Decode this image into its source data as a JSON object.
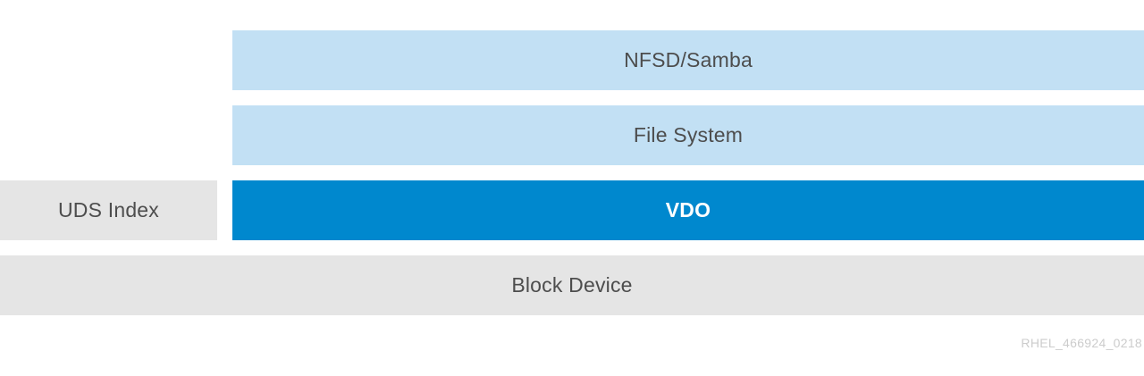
{
  "layers": {
    "nfsd": {
      "label": "NFSD/Samba",
      "bg": "#c2e0f4",
      "fg": "#4d4d4d"
    },
    "fs": {
      "label": "File System",
      "bg": "#c2e0f4",
      "fg": "#4d4d4d"
    },
    "uds": {
      "label": "UDS Index",
      "bg": "#e5e5e5",
      "fg": "#4d4d4d"
    },
    "vdo": {
      "label": "VDO",
      "bg": "#0088ce",
      "fg": "#ffffff"
    },
    "block": {
      "label": "Block Device",
      "bg": "#e5e5e5",
      "fg": "#4d4d4d"
    }
  },
  "caption": {
    "text": "RHEL_466924_0218",
    "color": "#cccccc"
  }
}
